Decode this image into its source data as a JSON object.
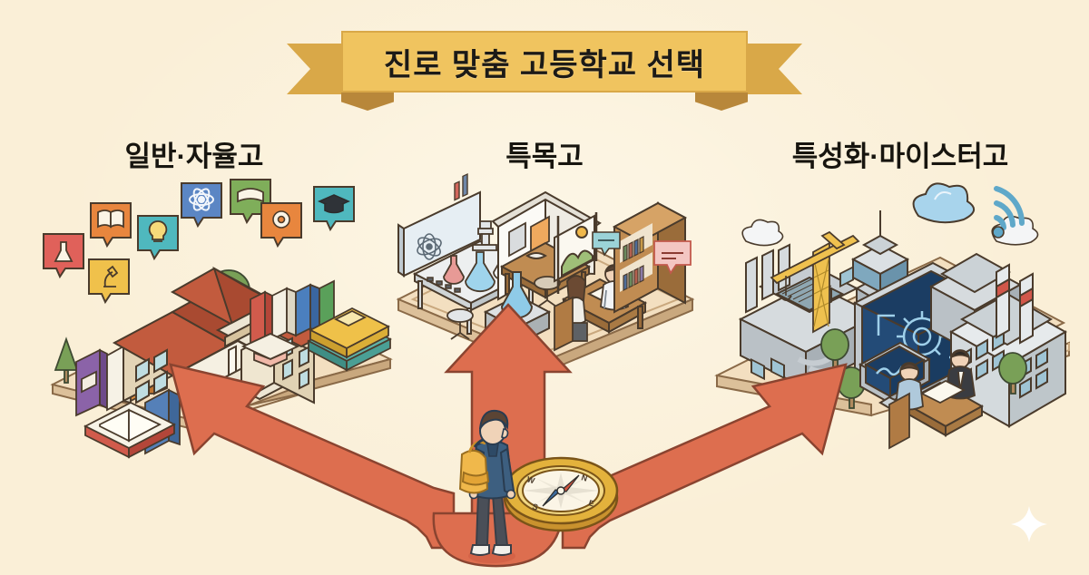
{
  "page": {
    "background_color": "#FAEFD7",
    "language": "ko",
    "type": "infographic"
  },
  "banner": {
    "title": "진로 맞춤 고등학교 선택",
    "ribbon_color": "#F0C45F",
    "ribbon_tail_color": "#D9A848",
    "ribbon_fold_color": "#B8873A",
    "text_color": "#1C1A17"
  },
  "columns": [
    {
      "id": "general",
      "heading": "일반·자율고",
      "scene_name": "school-building-scene",
      "platform_color": "#F2DCBC",
      "elements": [
        "classical-school-building",
        "colored-books",
        "trees",
        "open-book",
        "graduation-cap"
      ],
      "bubble_icons": [
        {
          "name": "flask-icon",
          "color": "#E0615A"
        },
        {
          "name": "book-icon",
          "color": "#E8863E"
        },
        {
          "name": "microscope-icon",
          "color": "#F0C14B"
        },
        {
          "name": "lightbulb-icon",
          "color": "#4FB8BE"
        },
        {
          "name": "atom-icon",
          "color": "#5B86C4"
        },
        {
          "name": "open-book-icon",
          "color": "#7FAE5A"
        },
        {
          "name": "gear-icon",
          "color": "#E8863E"
        },
        {
          "name": "graduation-cap-icon",
          "color": "#4FB8BE"
        }
      ]
    },
    {
      "id": "special-purpose",
      "heading": "특목고",
      "scene_name": "science-lab-art-studio-scene",
      "platform_color": "#F2DCBC",
      "elements": [
        "atom-poster",
        "lab-table-with-flasks",
        "microscope",
        "blue-flask-on-pedestal",
        "art-easel-with-landscape-painting",
        "framed-pictures",
        "study-desk-with-two-students",
        "wooden-bookshelf",
        "stools"
      ],
      "speech_bubbles": [
        {
          "name": "small-bubble-teal",
          "color": "#9BD3D8",
          "text": ""
        },
        {
          "name": "small-bubble-pink",
          "color": "#F3C6C2",
          "text": ""
        }
      ]
    },
    {
      "id": "vocational",
      "heading": "특성화·마이스터고",
      "scene_name": "industrial-tech-complex-scene",
      "platform_color": "#F2DCBC",
      "elements": [
        "factory-with-smokestacks",
        "construction-crane",
        "control-tower",
        "large-monitor-with-gear",
        "office-buildings",
        "small-monitor-with-chart",
        "two-people-at-desk",
        "trees",
        "smoke-puffs"
      ],
      "floating_icons": [
        {
          "name": "cloud-icon",
          "color": "#A8D4EC"
        },
        {
          "name": "wifi-icon",
          "color": "#5FA8C9"
        }
      ]
    }
  ],
  "center_figure": {
    "student": {
      "name": "student-with-backpack",
      "backpack_color": "#F0B84B",
      "shirt_color": "#3D5F80",
      "pants_color": "#4A4F58",
      "hair_color": "#5B4434",
      "shoes_color": "#F2F0EA"
    },
    "compass": {
      "name": "compass",
      "body_color": "#E3B23C",
      "face_color": "#FBF5E6",
      "needle_north_color": "#D1553F",
      "needle_south_color": "#3C6B9E",
      "directions": [
        "N",
        "E",
        "S",
        "W"
      ]
    }
  },
  "arrows": {
    "color": "#DD6E4F",
    "outline_color": "#8A4430",
    "paths": [
      {
        "name": "arrow-to-general",
        "direction": "up-left",
        "target": "일반·자율고"
      },
      {
        "name": "arrow-to-special-purpose",
        "direction": "up",
        "target": "특목고"
      },
      {
        "name": "arrow-to-vocational",
        "direction": "up-right",
        "target": "특성화·마이스터고"
      }
    ]
  },
  "decorations": {
    "sparkle": {
      "name": "sparkle-icon",
      "color": "#FFFFFF"
    }
  }
}
